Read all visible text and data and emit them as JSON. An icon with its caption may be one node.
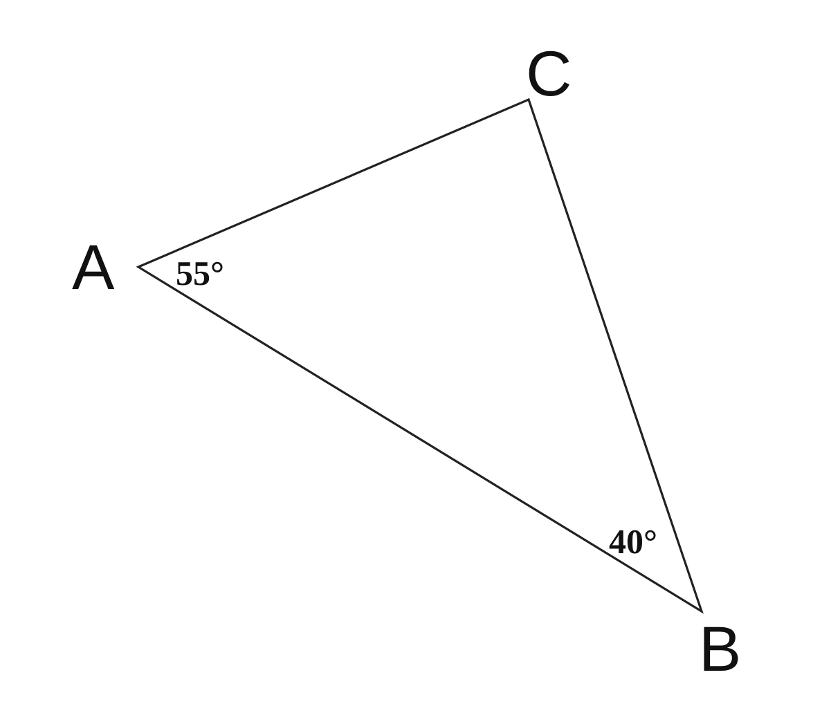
{
  "diagram": {
    "labels": [
      "C",
      "A",
      "55°",
      "40°",
      "B"
    ]
  }
}
